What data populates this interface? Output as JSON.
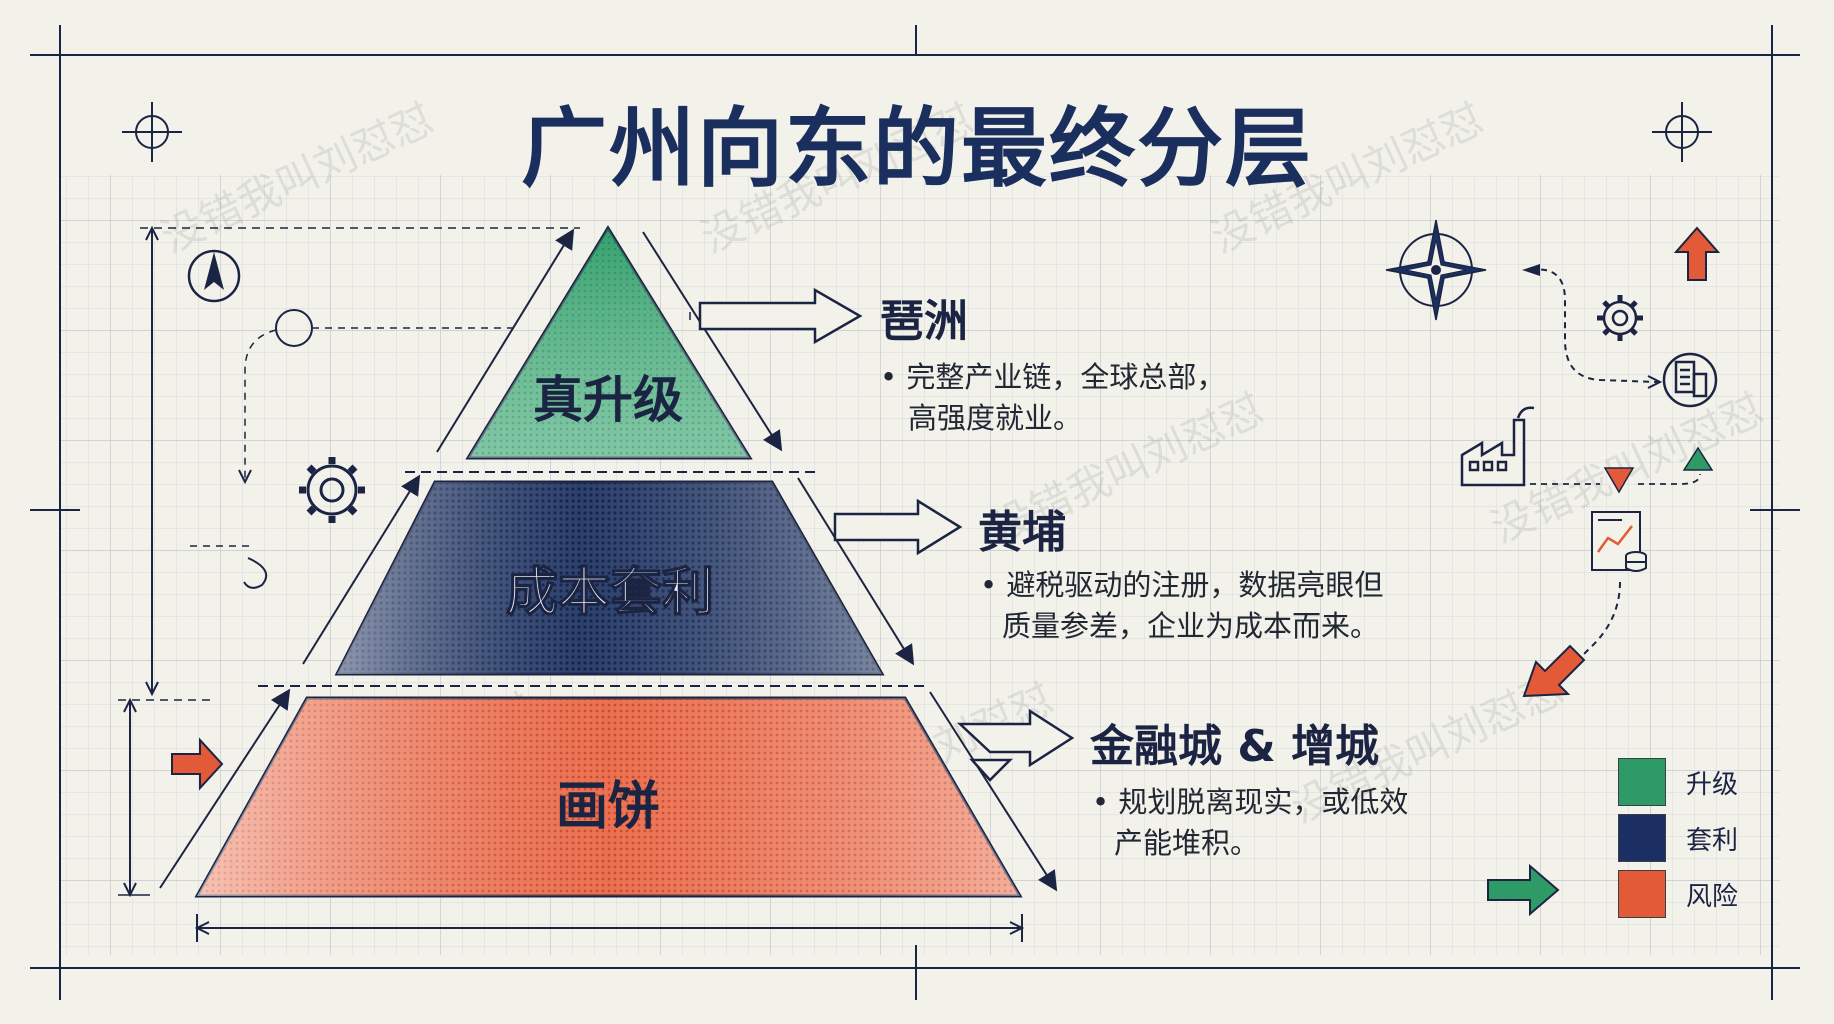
{
  "title": "广州向东的最终分层",
  "colors": {
    "upgrade": "#2e9b66",
    "arbitrage": "#1b2f63",
    "risk": "#e35a39",
    "ink": "#1b2443",
    "grid": "#c9ccd2",
    "background": "#f3f2ea"
  },
  "pyramid": {
    "top": {
      "label": "真升级",
      "color": "#2e9b66"
    },
    "middle": {
      "label": "成本套利",
      "color": "#1b2f63"
    },
    "bottom": {
      "label": "画饼",
      "color": "#e35a39"
    }
  },
  "entries": [
    {
      "title": "琶洲",
      "lines": [
        "• 完整产业链，全球总部，",
        "高强度就业。"
      ]
    },
    {
      "title": "黄埔",
      "lines": [
        "• 避税驱动的注册，数据亮眼但",
        "质量参差，企业为成本而来。"
      ]
    },
    {
      "title": "金融城 & 增城",
      "lines": [
        "• 规划脱离现实，或低效",
        "产能堆积。"
      ]
    }
  ],
  "legend": [
    {
      "label": "升级",
      "color": "#2e9b66"
    },
    {
      "label": "套利",
      "color": "#1b2f63"
    },
    {
      "label": "风险",
      "color": "#e35a39"
    }
  ],
  "watermark": "没错我叫刘怼怼",
  "icons": [
    "compass-icon",
    "north-arrow-icon",
    "gear-icon",
    "factory-icon",
    "building-icon",
    "chart-document-icon",
    "crosshair-icon",
    "arrow-up-icon",
    "arrow-right-icon",
    "arrow-down-left-icon"
  ]
}
